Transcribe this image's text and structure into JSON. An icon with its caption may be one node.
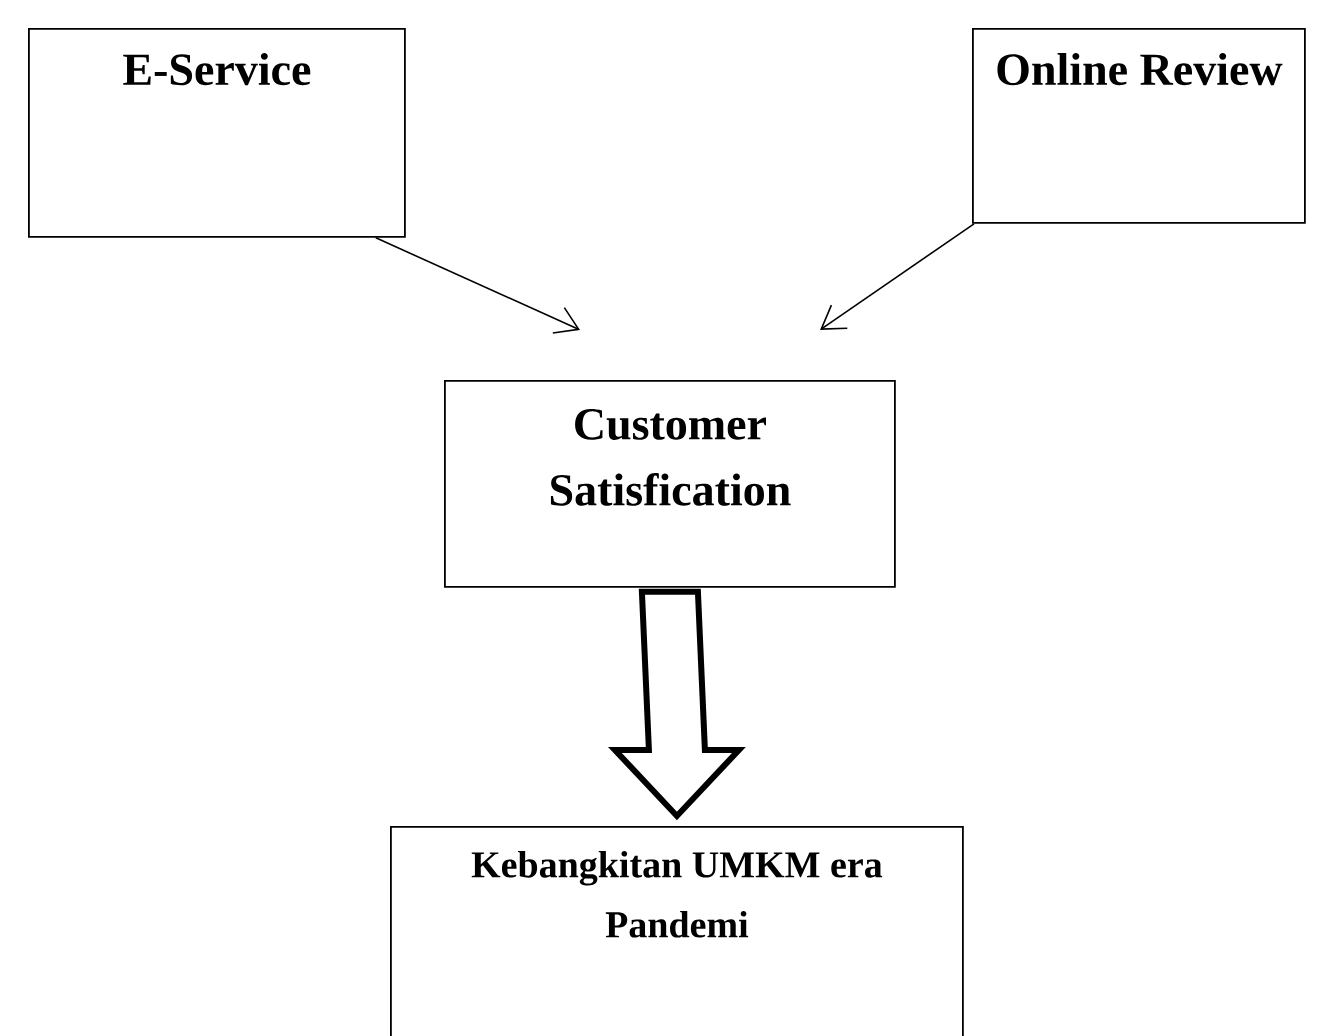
{
  "diagram": {
    "nodes": [
      {
        "text": [
          "E-Service"
        ]
      },
      {
        "text": [
          "Online Review"
        ]
      },
      {
        "text": [
          "Customer Satisfication"
        ]
      },
      {
        "text": [
          "Kebangkitan UMKM era Pandemi"
        ]
      }
    ],
    "edges": [
      {
        "from": 0,
        "to": 2,
        "arrow": "to"
      },
      {
        "from": 1,
        "to": 2,
        "arrow": "to"
      },
      {
        "from": 2,
        "to": 3,
        "arrow": "to",
        "style": "thick"
      }
    ]
  }
}
